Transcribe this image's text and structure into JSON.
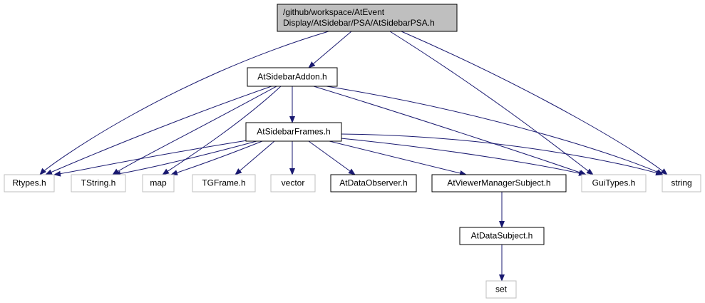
{
  "colors": {
    "edge": "#191970",
    "root_fill": "#bfbfbf",
    "root_stroke": "#000000",
    "documented_stroke": "#000000",
    "external_stroke": "#bfbfbf",
    "fill": "#ffffff"
  },
  "nodes": [
    {
      "id": "root",
      "kind": "root",
      "lines": [
        "/github/workspace/AtEvent",
        "Display/AtSidebar/PSA/AtSidebarPSA.h"
      ]
    },
    {
      "id": "addon",
      "kind": "documented",
      "lines": [
        "AtSidebarAddon.h"
      ]
    },
    {
      "id": "frames",
      "kind": "documented",
      "lines": [
        "AtSidebarFrames.h"
      ]
    },
    {
      "id": "rtypes",
      "kind": "external",
      "lines": [
        "Rtypes.h"
      ]
    },
    {
      "id": "tstring",
      "kind": "external",
      "lines": [
        "TString.h"
      ]
    },
    {
      "id": "map",
      "kind": "external",
      "lines": [
        "map"
      ]
    },
    {
      "id": "tgframe",
      "kind": "external",
      "lines": [
        "TGFrame.h"
      ]
    },
    {
      "id": "vector",
      "kind": "external",
      "lines": [
        "vector"
      ]
    },
    {
      "id": "observer",
      "kind": "documented",
      "lines": [
        "AtDataObserver.h"
      ]
    },
    {
      "id": "viewer",
      "kind": "documented",
      "lines": [
        "AtViewerManagerSubject.h"
      ]
    },
    {
      "id": "guitypes",
      "kind": "external",
      "lines": [
        "GuiTypes.h"
      ]
    },
    {
      "id": "string",
      "kind": "external",
      "lines": [
        "string"
      ]
    },
    {
      "id": "subject",
      "kind": "documented",
      "lines": [
        "AtDataSubject.h"
      ]
    },
    {
      "id": "set",
      "kind": "external",
      "lines": [
        "set"
      ]
    }
  ],
  "edges": [
    {
      "from": "root",
      "to": "addon"
    },
    {
      "from": "root",
      "to": "rtypes"
    },
    {
      "from": "root",
      "to": "guitypes"
    },
    {
      "from": "root",
      "to": "string"
    },
    {
      "from": "addon",
      "to": "frames"
    },
    {
      "from": "addon",
      "to": "rtypes"
    },
    {
      "from": "addon",
      "to": "tstring"
    },
    {
      "from": "addon",
      "to": "map"
    },
    {
      "from": "addon",
      "to": "guitypes"
    },
    {
      "from": "addon",
      "to": "string"
    },
    {
      "from": "frames",
      "to": "rtypes"
    },
    {
      "from": "frames",
      "to": "tstring"
    },
    {
      "from": "frames",
      "to": "map"
    },
    {
      "from": "frames",
      "to": "tgframe"
    },
    {
      "from": "frames",
      "to": "vector"
    },
    {
      "from": "frames",
      "to": "observer"
    },
    {
      "from": "frames",
      "to": "viewer"
    },
    {
      "from": "frames",
      "to": "guitypes"
    },
    {
      "from": "frames",
      "to": "string"
    },
    {
      "from": "viewer",
      "to": "subject"
    },
    {
      "from": "subject",
      "to": "set"
    }
  ]
}
